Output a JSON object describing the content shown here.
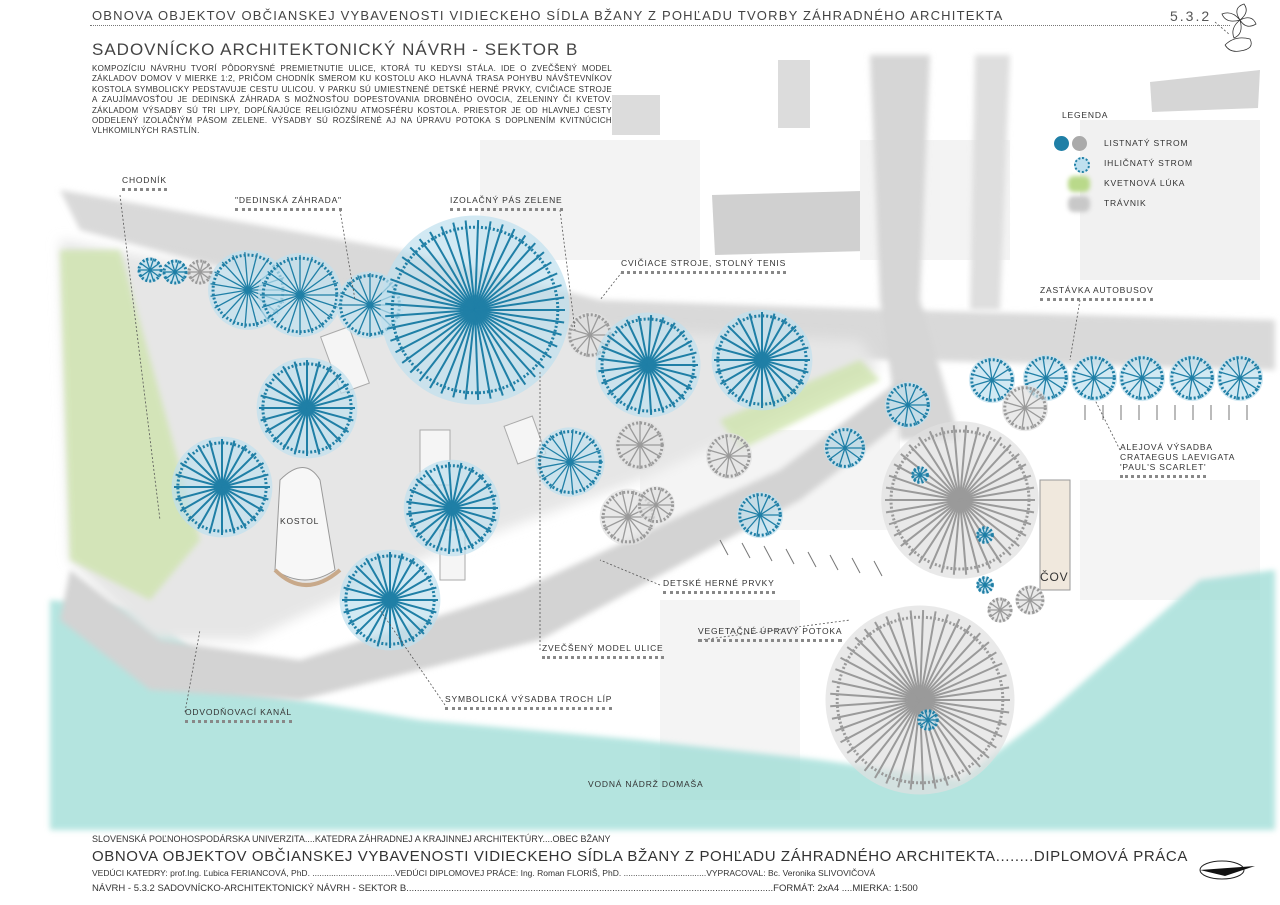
{
  "header": {
    "project_title": "OBNOVA OBJEKTOV OBČIANSKEJ VYBAVENOSTI VIDIECKEHO SÍDLA BŽANY Z POHĽADU TVORBY ZÁHRADNÉHO ARCHITEKTA",
    "sheet_number": "5.3.2",
    "sheet_title": "SADOVNÍCKO ARCHITEKTONICKÝ NÁVRH - SEKTOR B"
  },
  "intro_text": "KOMPOZÍCIU NÁVRHU TVORÍ PÔDORYSNÉ PREMIETNUTIE ULICE, KTORÁ TU KEDYSI STÁLA. IDE O ZVEČŠENÝ MODEL ZÁKLADOV DOMOV V MIERKE 1:2, PRIČOM CHODNÍK SMEROM KU KOSTOLU AKO HLAVNÁ TRASA POHYBU NÁVŠTEVNÍKOV KOSTOLA SYMBOLICKY PEDSTAVUJE CESTU ULICOU. V PARKU SÚ UMIESTNENÉ DETSKÉ HERNÉ PRVKY, CVIČIACE STROJE A ZAUJÍMAVOSŤOU JE DEDINSKÁ ZÁHRADA S MOŽNOSŤOU DOPESTOVANIA DROBNÉHO OVOCIA, ZELENINY ČI KVETOV. ZÁKLADOM VÝSADBY SÚ TRI LIPY, DOPĹŇAJÚCE RELIGIÓZNU ATMOSFÉRU KOSTOLA. PRIESTOR JE OD HLAVNEJ CESTY ODDELENÝ IZOLAČNÝM PÁSOM ZELENE. VÝSADBY SÚ ROZŠÍRENÉ AJ NA ÚPRAVU POTOKA S DOPLNENÍM KVITNÚCICH VLHKOMILNÝCH RASTLÍN.",
  "legend": {
    "title": "LEGENDA",
    "items": [
      {
        "label": "LISTNATÝ STROM",
        "icon": "deciduous-tree-icon"
      },
      {
        "label": "IHLIČNATÝ STROM",
        "icon": "conifer-tree-icon"
      },
      {
        "label": "KVETNOVÁ LÚKA",
        "icon": "meadow-swatch"
      },
      {
        "label": "TRÁVNIK",
        "icon": "lawn-swatch"
      }
    ]
  },
  "labels": {
    "chodnik": "CHODNÍK",
    "dedinska_zahrada": "\"DEDINSKÁ ZÁHRADA\"",
    "izolacny_pas": "IZOLAČNÝ PÁS ZELENE",
    "cviciace_stroje": "CVIČIACE STROJE, STOLNÝ TENIS",
    "zastavka": "ZASTÁVKA AUTOBUSOV",
    "alejova_1": "ALEJOVÁ VÝSADBA",
    "alejova_2": "CRATAEGUS LAEVIGATA",
    "alejova_3": "'PAUL'S SCARLET'",
    "kostol": "KOSTOL",
    "detske_prvky": "DETSKÉ HERNÉ PRVKY",
    "cov": "ČOV",
    "vegetacne_upravy": "VEGETAČNÉ ÚPRAVY POTOKA",
    "model_ulice": "ZVEČŠENÝ MODEL ULICE",
    "symbolicka_vysadba": "SYMBOLICKÁ VÝSADBA TROCH LÍP",
    "odvodnovaci_kanal": "ODVODŇOVACÍ KANÁL",
    "vodna_nadrz": "VODNÁ NÁDRŽ DOMAŠA"
  },
  "footer": {
    "line1": "SLOVENSKÁ POĽNOHOSPODÁRSKA UNIVERZITA....KATEDRA ZÁHRADNEJ A KRAJINNEJ ARCHITEKTÚRY....OBEC BŽANY",
    "line2": "OBNOVA OBJEKTOV OBČIANSKEJ VYBAVENOSTI VIDIECKEHO SÍDLA BŽANY Z POHĽADU ZÁHRADNÉHO ARCHITEKTA........DIPLOMOVÁ PRÁCA",
    "line3": "VEDÚCI KATEDRY: prof.Ing. Ľubica FERIANCOVÁ, PhD. ...................................VEDÚCI DIPLOMOVEJ PRÁCE: Ing. Roman FLORIŠ, PhD. ...................................VYPRACOVAL: Bc. Veronika SLIVOVIČOVÁ",
    "line4": "NÁVRH - 5.3.2 SADOVNÍCKO-ARCHITEKTONICKÝ NÁVRH - SEKTOR B...........................................................................................................................................FORMÁT: 2xA4 ....MIERKA: 1:500"
  },
  "colors": {
    "tree_blue": "#1f7fa6",
    "tree_grey": "#9a9a9a",
    "meadow": "#b9d98a",
    "water": "#8fd6cf",
    "road": "#d4d4d4"
  }
}
